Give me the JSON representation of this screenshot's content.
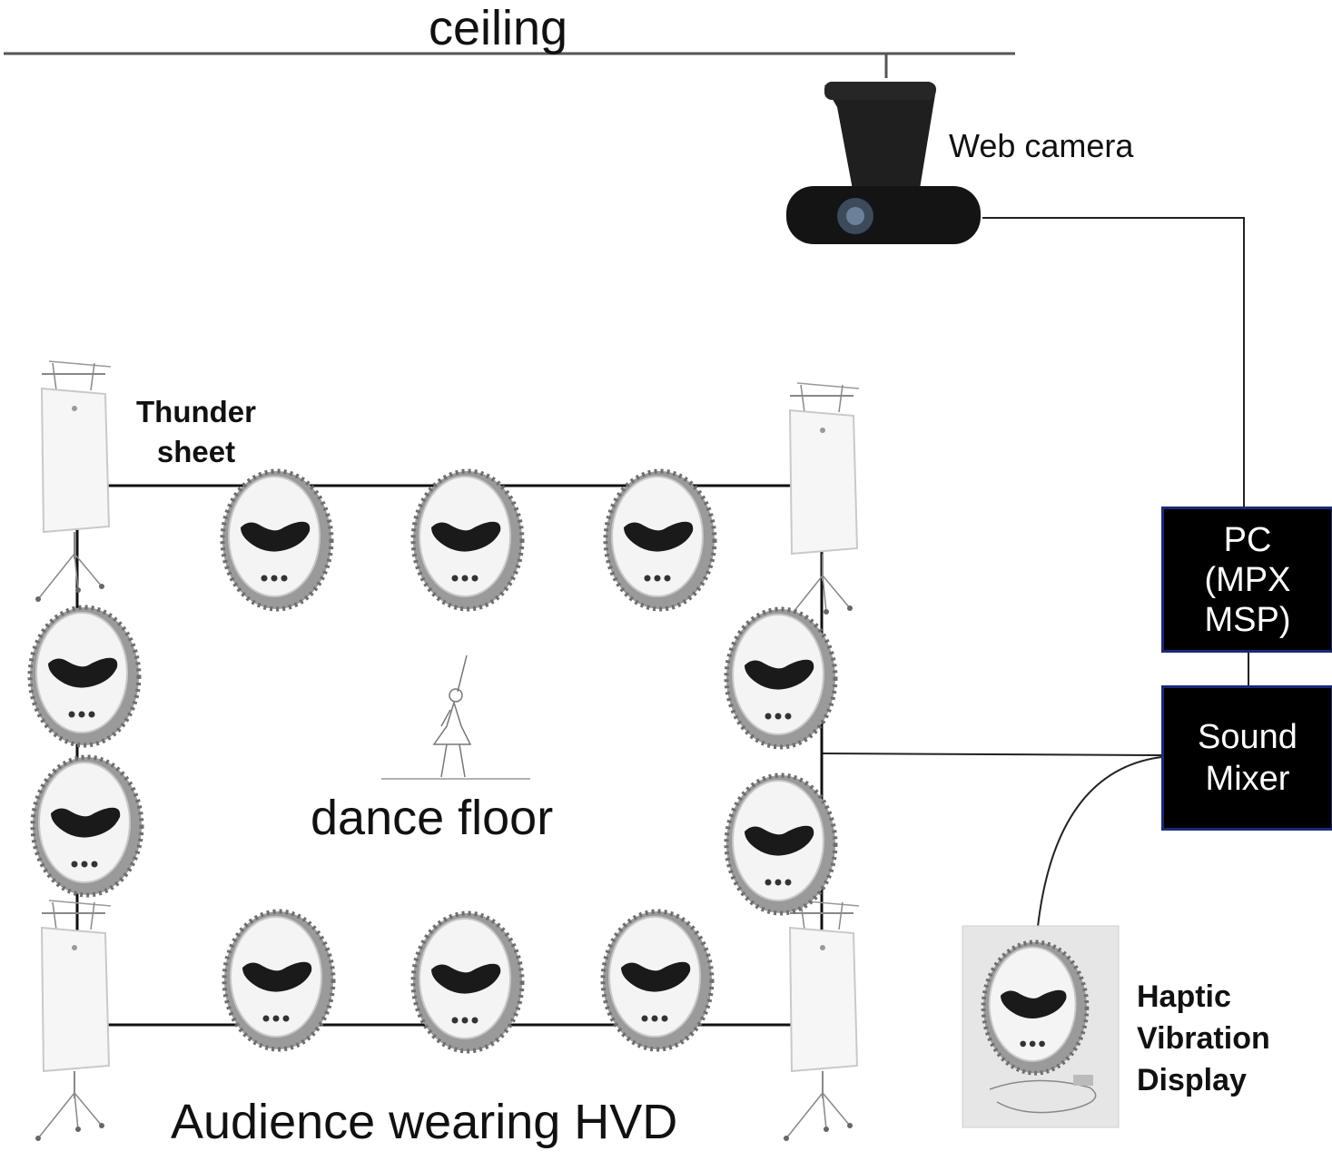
{
  "labels": {
    "ceiling": "ceiling",
    "web_camera": "Web camera",
    "thunder_sheet": [
      "Thunder",
      "sheet"
    ],
    "dance_floor": "dance floor",
    "audience": "Audience wearing HVD",
    "haptic": [
      "Haptic",
      "Vibration",
      "Display"
    ]
  },
  "boxes": {
    "pc": [
      "PC",
      "(MPX",
      "MSP)"
    ],
    "mixer": [
      "Sound",
      "Mixer"
    ]
  },
  "colors": {
    "box_fill": "#000000",
    "box_border": "#1b2a78",
    "line": "#222222"
  },
  "icons": {
    "hvd": "haptic-vibration-device-icon",
    "stand": "thunder-sheet-stand-icon",
    "camera": "web-camera-icon",
    "dancer": "dancer-icon"
  }
}
